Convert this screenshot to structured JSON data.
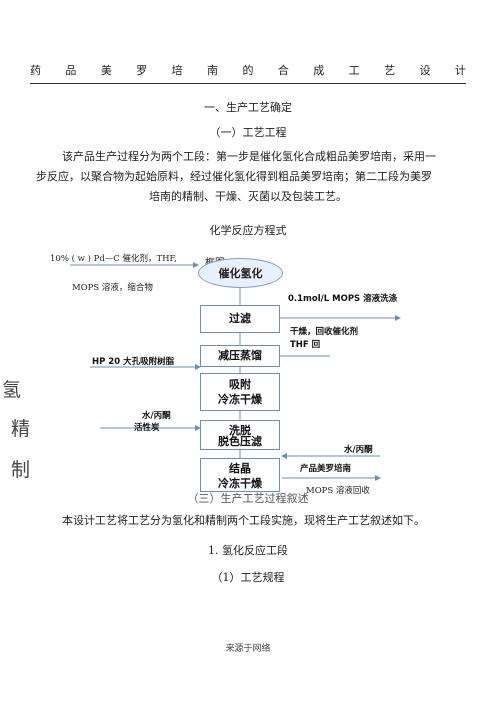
{
  "header": {
    "chars": [
      "药",
      "品",
      "美",
      "罗",
      "培",
      "南",
      "的",
      "合",
      "成",
      "工",
      "艺",
      "设",
      "计"
    ]
  },
  "section_title": "一、生产工艺确定",
  "subsection_1": "（一）工艺工程",
  "paragraph_1": {
    "line1": "该产品生产过程分为两个工段：第一步是催化氢化合成粗品美罗培南，采用一",
    "line2": "步反应，以聚合物为起始原料，经过催化氢化得到粗品美罗培南；第二工段为美罗",
    "line3": "培南的精制、干燥、灭菌以及包装工艺。"
  },
  "equation_title": "化学反应方程式",
  "flow": {
    "top_left_label": "10% ( w ) Pd—C 催化剂，THF,",
    "top_left_label_2": "MOPS 溶液，缩合物",
    "frame_label": "框图",
    "steps": [
      "催化氢化",
      "过滤",
      "减压蒸馏",
      "吸附",
      "冷冻干燥",
      "洗脱",
      "脱色压滤",
      "结晶",
      "冷冻干燥"
    ],
    "right_label_1": "0.1mol/L MOPS 溶液洗涤",
    "right_label_2": "干燥，回收催化剂",
    "right_label_3": "THF 回",
    "left_label_resin": "HP 20 大孔吸附树脂",
    "left_label_water": "水/丙酮",
    "left_label_carbon": "活性炭",
    "right_label_water": "水/丙酮",
    "right_label_product": "产品美罗培南",
    "right_label_mops": "MOPS 溶液回收",
    "side_chars": [
      "氢",
      "精",
      "制"
    ]
  },
  "subsection_3": "（三）生产工艺过程叙述",
  "paragraph_2": "本设计工艺将工艺分为氢化和精制两个工段实施，现将生产工艺叙述如下。",
  "item_1": "1. 氢化反应工段",
  "item_1_1": "（1）工艺规程",
  "footer": "来源于网络"
}
